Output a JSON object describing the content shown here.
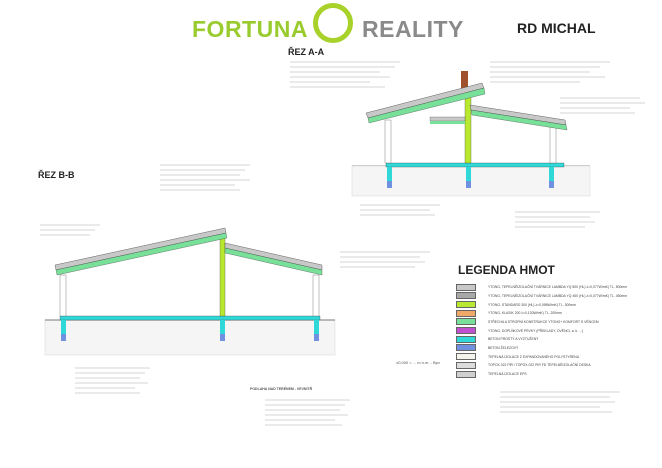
{
  "logo": {
    "left": "FORTUNA",
    "right": "REALITY",
    "brand_color": "#9acb2e",
    "gray": "#8a8a8a"
  },
  "project_title": "RD MICHAL",
  "sections": {
    "a": "ŘEZ A-A",
    "b": "ŘEZ B-B"
  },
  "floor_note": "PODLAHA NAD TERÉNEM - VEVNITŘ",
  "scale_note": "±0,000 = ... m n.m. - Bpv",
  "legend": {
    "title": "LEGENDA HMOT",
    "items": [
      {
        "label": "YTONG, TEPELNĚIZOLAČNÍ TVÁRNICE LAMBDA YQ 500 (HL) λ=0,077W/mK) TL. 500mm",
        "color": "#c8c8c8"
      },
      {
        "label": "YTONG, TEPELNĚIZOLAČNÍ TVÁRNICE LAMBDA YQ 450 (HL) λ=0,077W/mK) TL. 450mm",
        "color": "#a8a8a8"
      },
      {
        "label": "YTONG, STANDARD 300 (HL) λ=0,098W/mK) TL. 300mm",
        "color": "#b8e830"
      },
      {
        "label": "YTONG, KLASIK 200 λ=0,130W/mK) TL. 200mm",
        "color": "#f0a868"
      },
      {
        "label": "STŘECHA A STROPNÍ KONSTRUKCE YTONG+ KOMFORT S VĚNCEM",
        "color": "#78e098"
      },
      {
        "label": "YTONG, DOPLŇKOVÉ PRVKY (PŘEKLADY, OVĚNCI, a. k. ...)",
        "color": "#c050d0"
      },
      {
        "label": "BETON PROSTÝ A VYZTUŽENÝ",
        "color": "#30d8d8"
      },
      {
        "label": "BETON ŽELEZOVÝ",
        "color": "#7090e0"
      },
      {
        "label": "TEPELNÁ IZOLACE Z EXPANDOVANÉHO POLYSTYRENU",
        "color": "#f4f4ec"
      },
      {
        "label": "TOPOX 022 PIR / TOPOX 022 PIR FD TEPELNĚIZOLAČNÍ DESKA",
        "color": "#dcdcdc"
      },
      {
        "label": "TEPELNÁ IZOLACE EPS",
        "color": "#d0d0d0"
      }
    ]
  }
}
